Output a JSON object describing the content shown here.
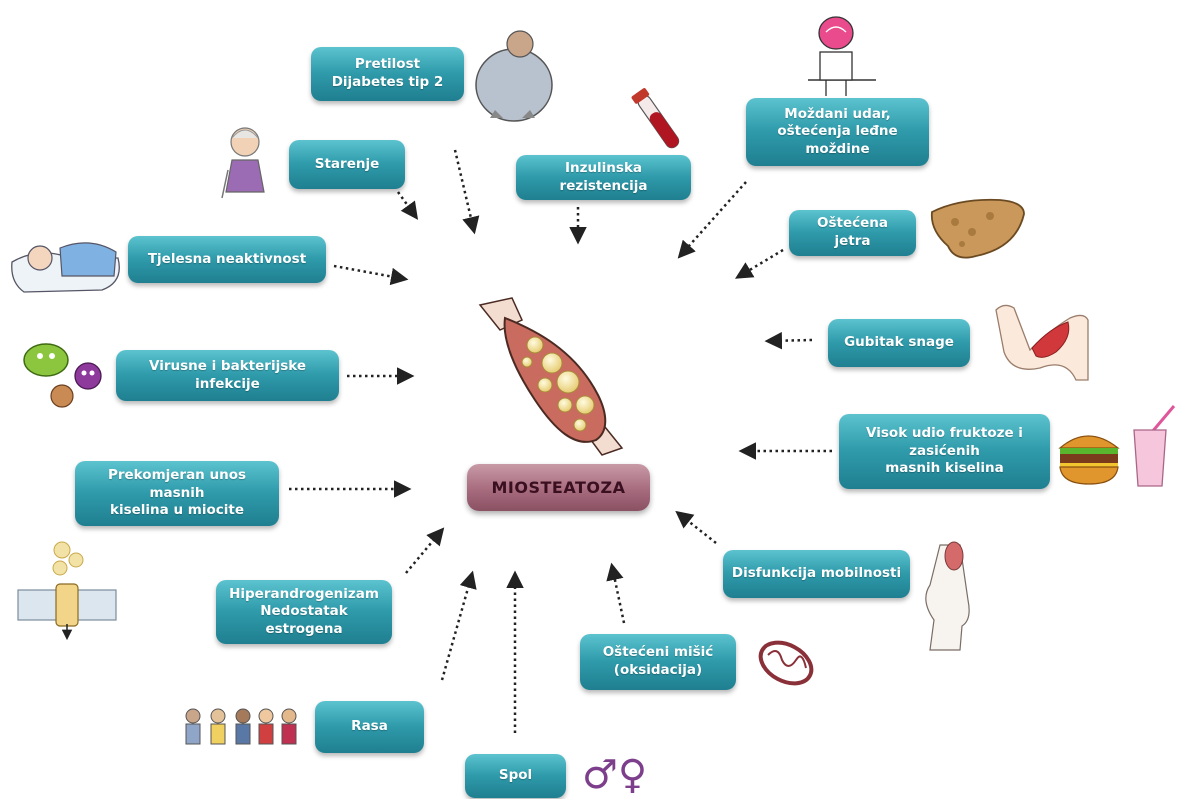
{
  "center": {
    "label": "MIOSTEATOZA"
  },
  "nodes": [
    {
      "id": "pretilost",
      "label": "Pretilost\nDijabetes tip 2"
    },
    {
      "id": "starenje",
      "label": "Starenje"
    },
    {
      "id": "inzulinska",
      "label": "Inzulinska rezistencija"
    },
    {
      "id": "mozdani",
      "label": "Moždani udar,\noštećenja leđne moždine"
    },
    {
      "id": "jetra",
      "label": "Oštećena jetra"
    },
    {
      "id": "neaktivnost",
      "label": "Tjelesna neaktivnost"
    },
    {
      "id": "snaga",
      "label": "Gubitak snage"
    },
    {
      "id": "infekcije",
      "label": "Virusne i bakterijske infekcije"
    },
    {
      "id": "fruktoza",
      "label": "Visok udio fruktoze i zasićenih\nmasnih kiselina"
    },
    {
      "id": "masne",
      "label": "Prekomjeran unos masnih\nkiselina u miocite"
    },
    {
      "id": "mobilnost",
      "label": "Disfunkcija mobilnosti"
    },
    {
      "id": "hiper",
      "label": "Hiperandrogenizam\nNedostatak estrogena"
    },
    {
      "id": "misic",
      "label": "Oštećeni mišić\n(oksidacija)"
    },
    {
      "id": "rasa",
      "label": "Rasa"
    },
    {
      "id": "spol",
      "label": "Spol"
    }
  ],
  "gender_symbols": "♂♀",
  "colors": {
    "node": "#2f9bab",
    "center": "#a76b7e",
    "arrow": "#222222"
  },
  "icons": [
    "obese-person-icon",
    "blood-tube-icon",
    "brain-person-icon",
    "grandma-icon",
    "sleeping-person-icon",
    "liver-icon",
    "flexed-arm-icon",
    "bacteria-virus-icon",
    "burger-icon",
    "smoothie-icon",
    "cell-membrane-icon",
    "knee-joint-icon",
    "mitochondria-icon",
    "people-group-icon",
    "muscle-fat-icon"
  ]
}
